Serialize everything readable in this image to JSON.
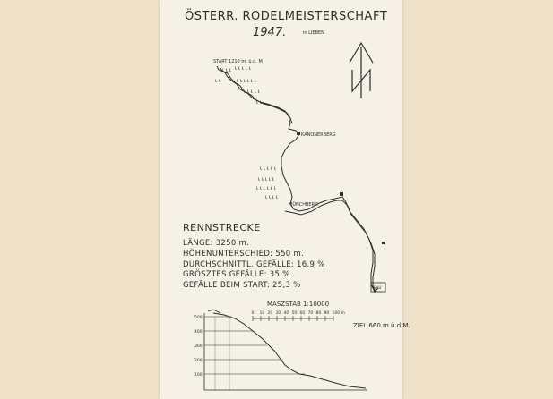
{
  "header": {
    "title": "ÖSTERR. RODELMEISTERSCHAFT",
    "year": "1947.",
    "location": "in LIEBEN"
  },
  "map": {
    "start_label": "START 1210 m. ü.d. M",
    "checkpoint_1": "KANONERBERG",
    "checkpoint_2": "MÜNCHBERG",
    "finish_label": "ZIEL 660 m ü.d.M.",
    "finish_building": "BAU",
    "north_symbol": "N"
  },
  "stats": {
    "heading": "RENNSTRECKE",
    "lines": [
      "LÄNGE: 3250 m.",
      "HÖHENUNTERSCHIED: 550 m.",
      "DURCHSCHNITTL. GEFÄLLE: 16,9 %",
      "GRÖSZTES GEFÄLLE: 35 %",
      "GEFÄLLE BEIM START: 25,3 %"
    ]
  },
  "scale": {
    "label": "MASZSTAB 1:10000",
    "ticks": [
      "0",
      "10",
      "20",
      "30",
      "40",
      "50",
      "60",
      "70",
      "80",
      "90",
      "100 m"
    ]
  },
  "profile": {
    "y_labels": [
      "500",
      "400",
      "300",
      "200",
      "100"
    ]
  }
}
